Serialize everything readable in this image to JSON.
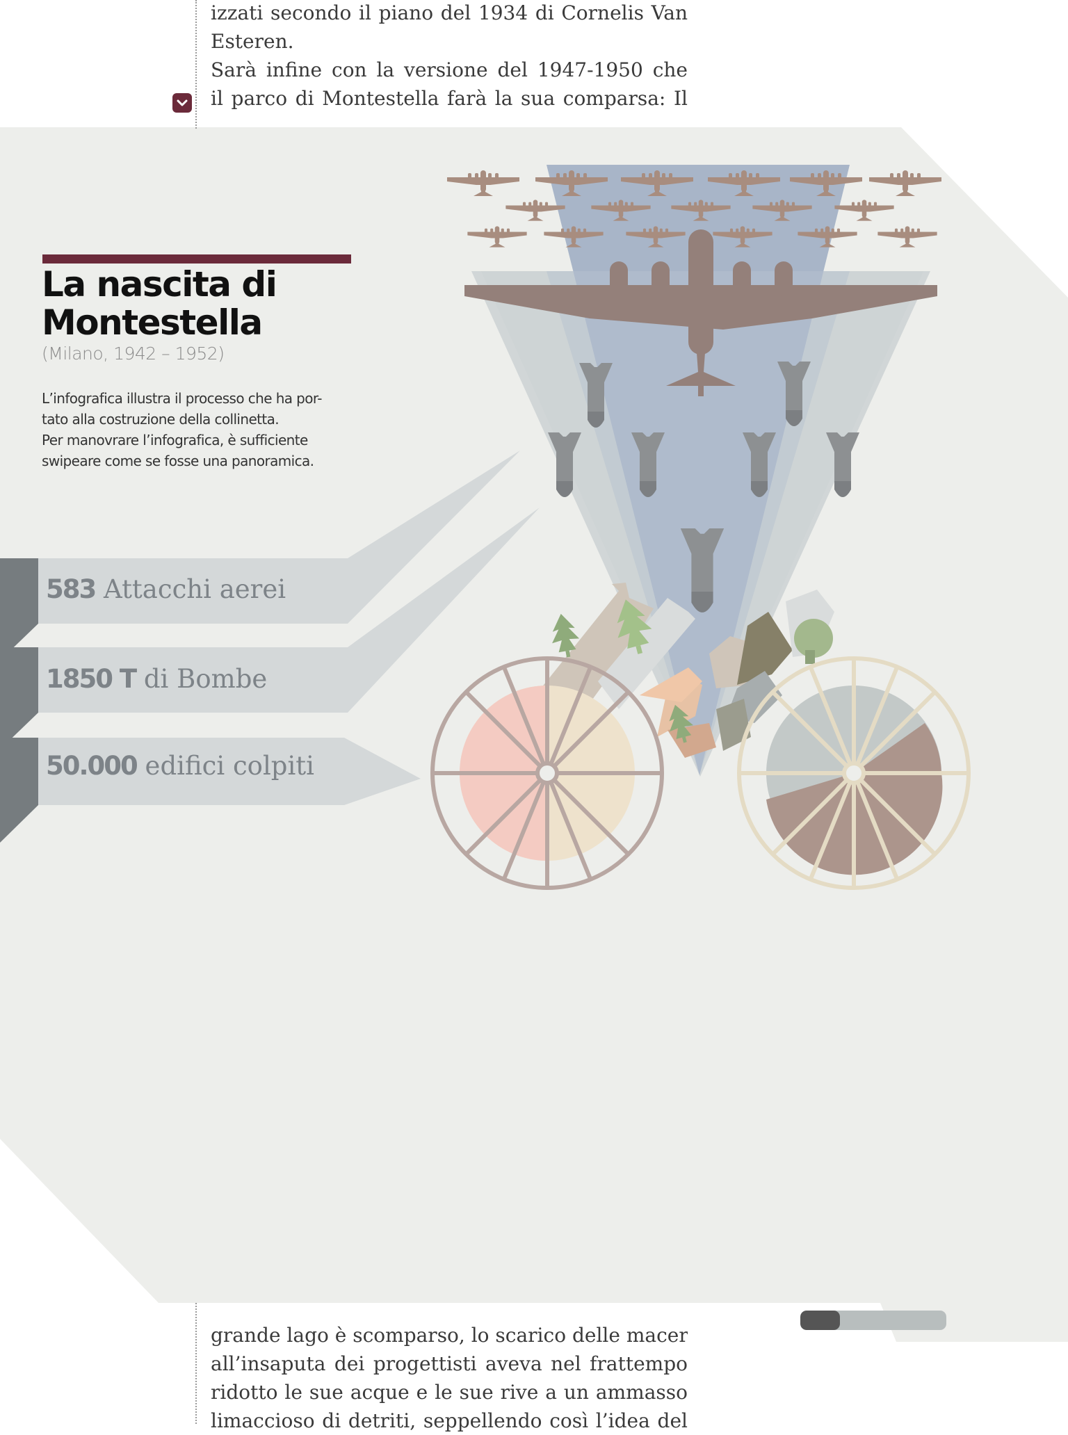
{
  "article": {
    "top_lines": [
      "izzati secondo il piano del 1934 di Cornelis Van",
      "Esteren.",
      "Sarà infine con la versione del 1947-1950 che",
      "il parco di Montestella farà la sua comparsa: Il"
    ],
    "bottom_lines": [
      "grande lago è scomparso, lo scarico delle macerie",
      "all’insaputa dei progettisti aveva nel frattempo",
      "ridotto le sue acque e le sue rive a un ammasso",
      "limaccioso di detriti, seppellendo così l’idea del"
    ]
  },
  "infographic": {
    "title_line1": "La nascita di",
    "title_line2": "Montestella",
    "subtitle": "(Milano, 1942 – 1952)",
    "description_lines": [
      "L’infografica illustra il processo che ha por-",
      "tato alla costruzione della collinetta.",
      "Per manovrare l’infografica, è sufficiente",
      "swipeare come se fosse una panoramica."
    ],
    "stats": [
      {
        "value": "583",
        "label": " Attacchi aerei"
      },
      {
        "value": "1850 T",
        "label": " di Bombe"
      },
      {
        "value": "50.000",
        "label": " edifici colpiti"
      }
    ]
  },
  "pager": {
    "progress": 0.27
  },
  "icons": {
    "toggle": "chevron-down-icon",
    "plane": "bomber-plane-icon",
    "bomb": "bomb-icon",
    "wheel": "cart-wheel-icon",
    "tree": "tree-icon"
  },
  "colors": {
    "accent": "#6b2a3a",
    "panel": "#edeeeb",
    "plane": "#94807a",
    "bomb": "#8d9092",
    "beam_blue": "#a8b5c8",
    "beam_grey": "#d1d6d7",
    "stat_text": "#7d8388"
  }
}
